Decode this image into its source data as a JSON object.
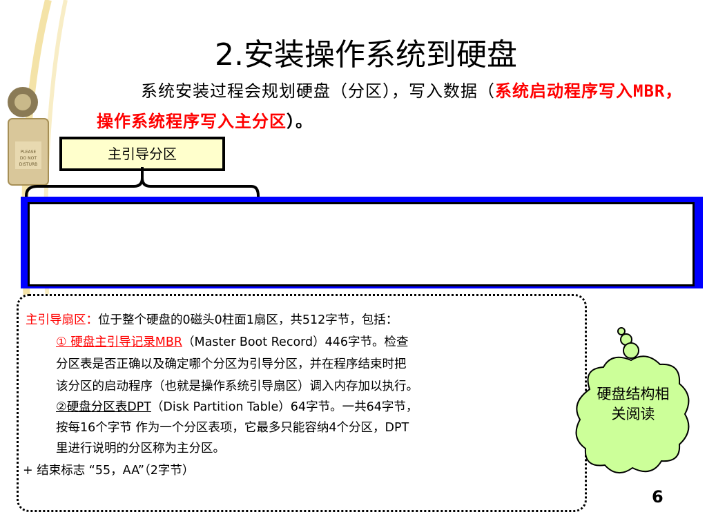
{
  "slide": {
    "title": "2.安装操作系统到硬盘",
    "intro_prefix": "系统安装过程会规划硬盘（分区），写入数据（",
    "intro_red": "系统启动程序写入MBR，操作系统程序写入主分区",
    "intro_suffix": "）。",
    "page_number": "6"
  },
  "diagram": {
    "mbr_label": "主引导分区"
  },
  "notes": {
    "line1_red": "主引导扇区：",
    "line1_rest": "位于整个硬盘的0磁头0柱面1扇区，共512字节，包括：",
    "line2_red": "① 硬盘主引导记录MBR",
    "line2_rest": "（Master Boot Record）446字节。检查",
    "line3": "分区表是否正确以及确定哪个分区为引导分区，并在程序结束时把",
    "line4": "该分区的启动程序（也就是操作系统引导扇区）调入内存加以执行。",
    "line5_u": "②硬盘分区表DPT",
    "line5_rest": "（Disk Partition Table）64字节。一共64字节，",
    "line6": "按每16个字节 作为一个分区表项，它最多只能容纳4个分区，DPT",
    "line7": "里进行说明的分区称为主分区。",
    "line8": "+  结束标志 “55，AA”（2字节）"
  },
  "callout": {
    "text": "硬盘结构相关阅读"
  },
  "colors": {
    "accent_red": "#ff0000",
    "disk_blue": "#0000ff",
    "label_fill": "#ffffcc",
    "cloud_fill": "#ccff99"
  }
}
